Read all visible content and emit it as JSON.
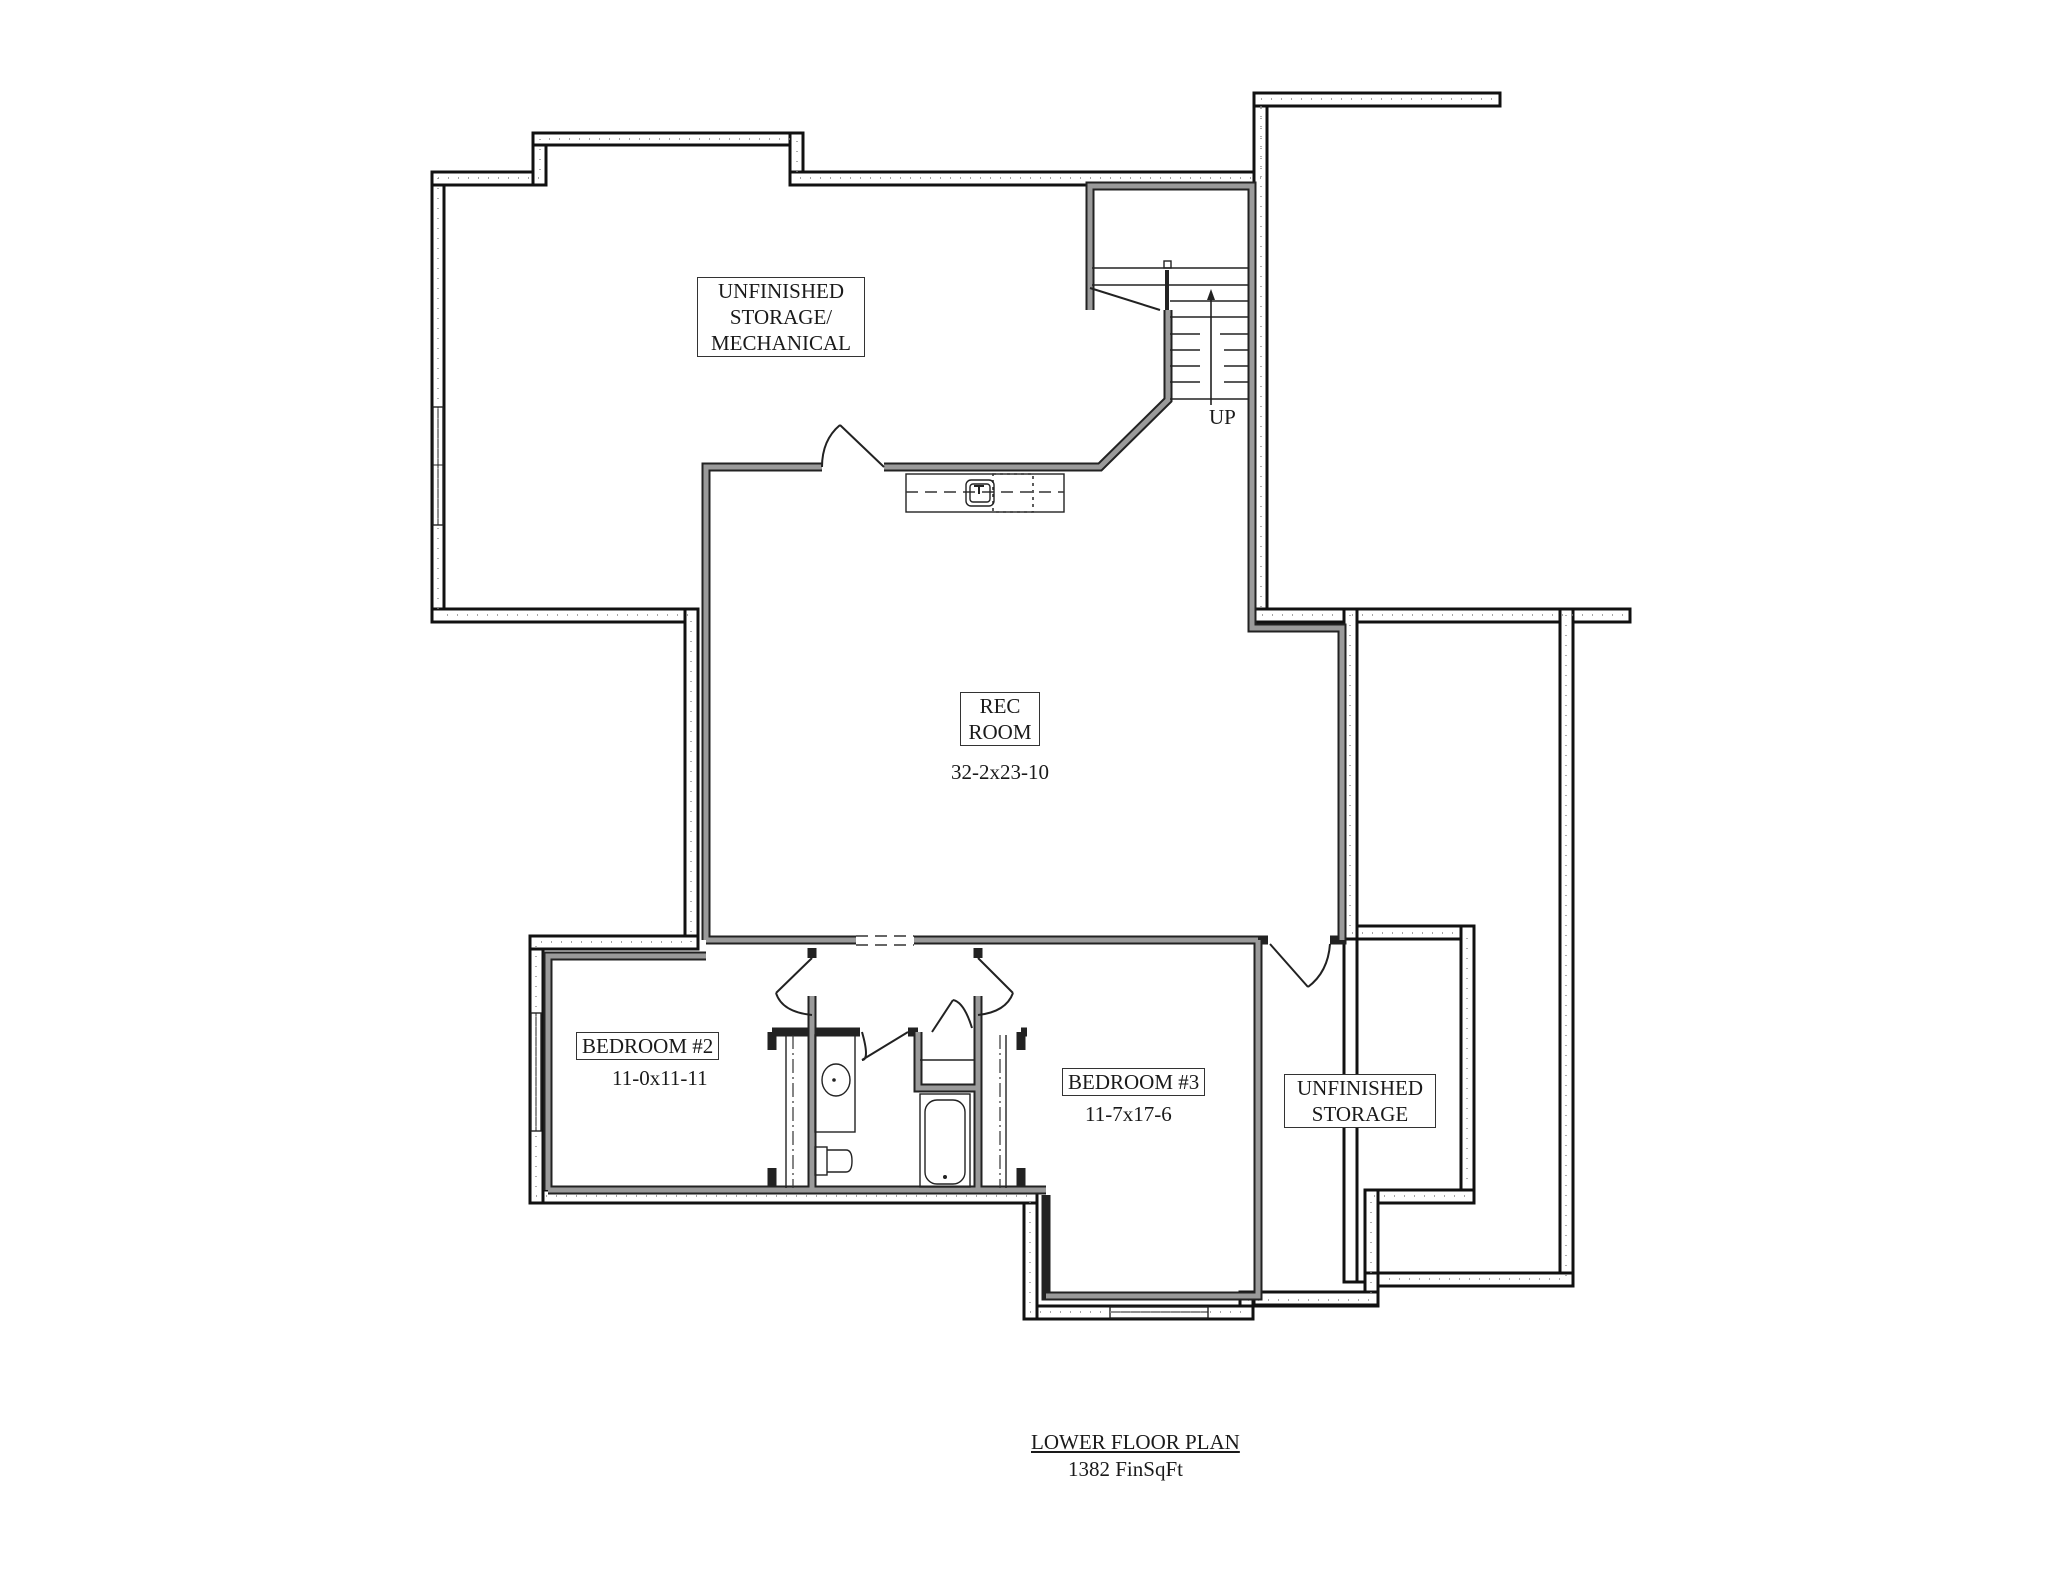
{
  "plan": {
    "title": "LOWER FLOOR PLAN",
    "finished_area": "1382 FinSqFt"
  },
  "rooms": {
    "storage_mech": {
      "line1": "UNFINISHED",
      "line2": "STORAGE/",
      "line3": "MECHANICAL"
    },
    "rec_room": {
      "line1": "REC",
      "line2": "ROOM",
      "dims": "32-2x23-10"
    },
    "bedroom2": {
      "name": "BEDROOM #2",
      "dims": "11-0x11-11"
    },
    "bedroom3": {
      "name": "BEDROOM #3",
      "dims": "11-7x17-6"
    },
    "storage": {
      "line1": "UNFINISHED",
      "line2": "STORAGE"
    }
  },
  "stairs": {
    "direction_label": "UP"
  },
  "colors": {
    "concrete_wall_stroke": "#111111",
    "interior_wall_fill": "#9a9a9a",
    "background": "#ffffff"
  }
}
